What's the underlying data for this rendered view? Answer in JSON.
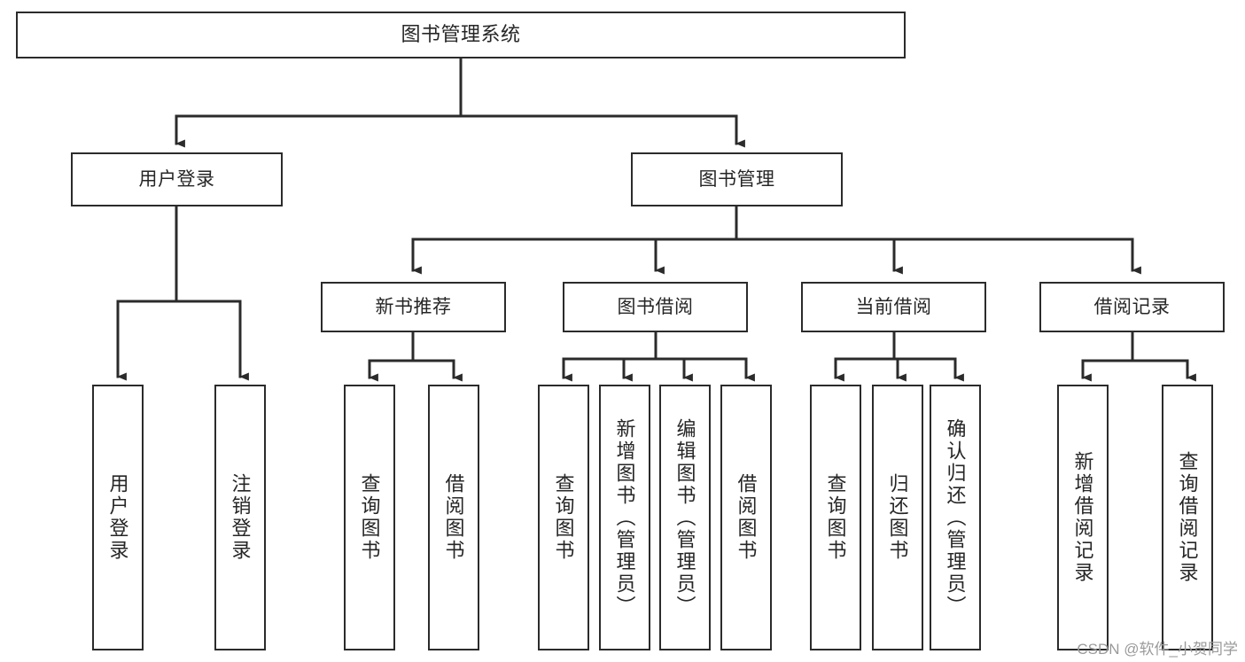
{
  "diagram": {
    "type": "tree-hierarchy",
    "title": "图书管理系统",
    "orientation": "top-down",
    "colors": {
      "background": "#ffffff",
      "box_border": "#2b2b2b",
      "box_fill": "#ffffff",
      "text": "#262626",
      "connector": "#2b2b2b",
      "watermark": "#9a9a9a"
    },
    "root": {
      "label": "图书管理系统"
    },
    "level1": [
      {
        "label": "用户登录"
      },
      {
        "label": "图书管理"
      }
    ],
    "level2": [
      {
        "label": "新书推荐"
      },
      {
        "label": "图书借阅"
      },
      {
        "label": "当前借阅"
      },
      {
        "label": "借阅记录"
      }
    ],
    "leaves": {
      "user_login": [
        {
          "label": "用户登录"
        },
        {
          "label": "注销登录"
        }
      ],
      "new_book": [
        {
          "label": "查询图书"
        },
        {
          "label": "借阅图书"
        }
      ],
      "book_borrow": [
        {
          "label": "查询图书"
        },
        {
          "label": "新增图书（管理员）"
        },
        {
          "label": "编辑图书（管理员）"
        },
        {
          "label": "借阅图书"
        }
      ],
      "current_borrow": [
        {
          "label": "查询图书"
        },
        {
          "label": "归还图书"
        },
        {
          "label": "确认归还（管理员）"
        }
      ],
      "borrow_record": [
        {
          "label": "新增借阅记录"
        },
        {
          "label": "查询借阅记录"
        }
      ]
    },
    "watermark": "CSDN @软件_小贺同学"
  }
}
